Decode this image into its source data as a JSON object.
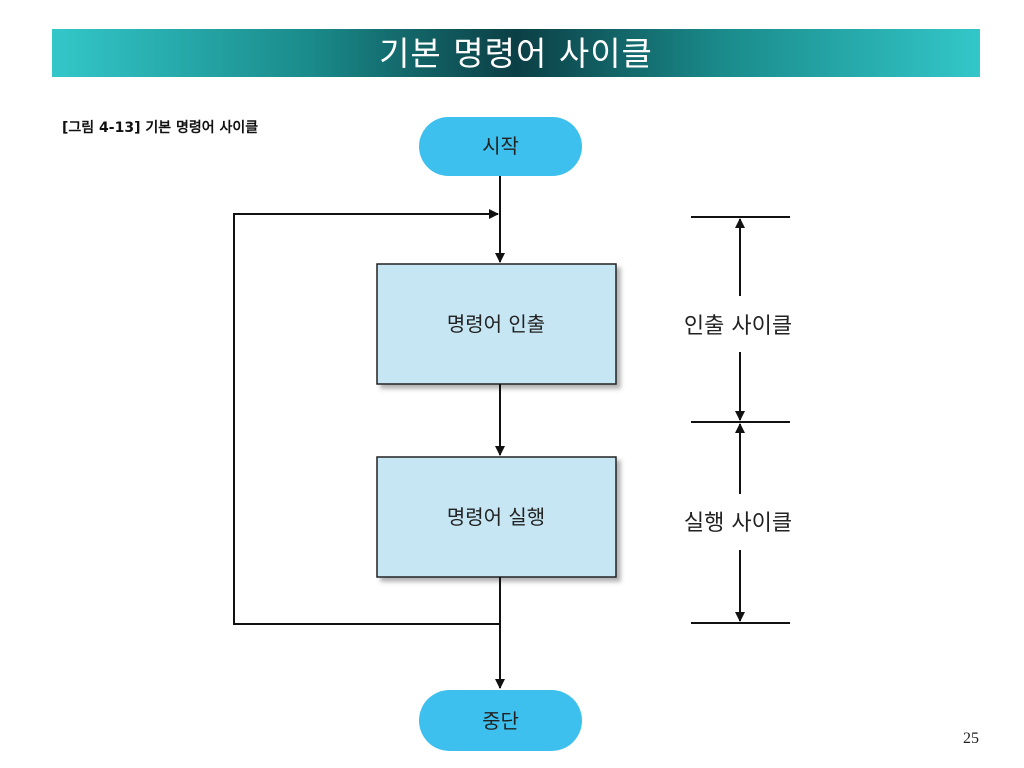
{
  "slide": {
    "title": "기본 명령어 사이클",
    "caption": "[그림 4-13] 기본 명령어 사이클",
    "page_number": "25"
  },
  "diagram": {
    "start": "시작",
    "fetch": "명령어 인출",
    "execute": "명령어 실행",
    "stop": "중단",
    "fetch_cycle": "인출 사이클",
    "execute_cycle": "실행 사이클"
  },
  "colors": {
    "terminal_fill": "#3dc0ee",
    "process_fill": "#c6e6f4",
    "title_dark": "#0b3f45",
    "title_light": "#33c7c9"
  }
}
